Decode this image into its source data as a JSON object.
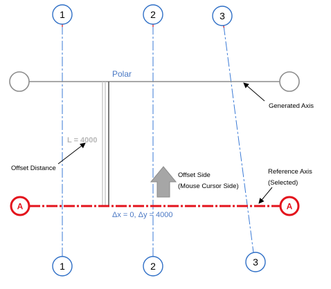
{
  "grid_axes": {
    "top_labels": [
      "1",
      "2",
      "3"
    ],
    "bottom_labels": [
      "1",
      "2",
      "3"
    ]
  },
  "polar_label": "Polar",
  "length_label": "L = 4000",
  "delta_label": "Δx = 0, Δy = 4000",
  "reference_axis_letter": "A",
  "callouts": {
    "generated_axis": "Generated Axis",
    "offset_distance": "Offset Distance",
    "offset_side_line1": "Offset Side",
    "offset_side_line2": "(Mouse Cursor Side)",
    "reference_axis_line1": "Reference Axis",
    "reference_axis_line2": "(Selected)"
  },
  "colors": {
    "grid_bubble": "#2f6fc6",
    "grid_line": "#3a7ad6",
    "reference_axis": "#e3131c",
    "generated_axis": "#8c8c8c",
    "polar_text": "#4a78c4"
  }
}
